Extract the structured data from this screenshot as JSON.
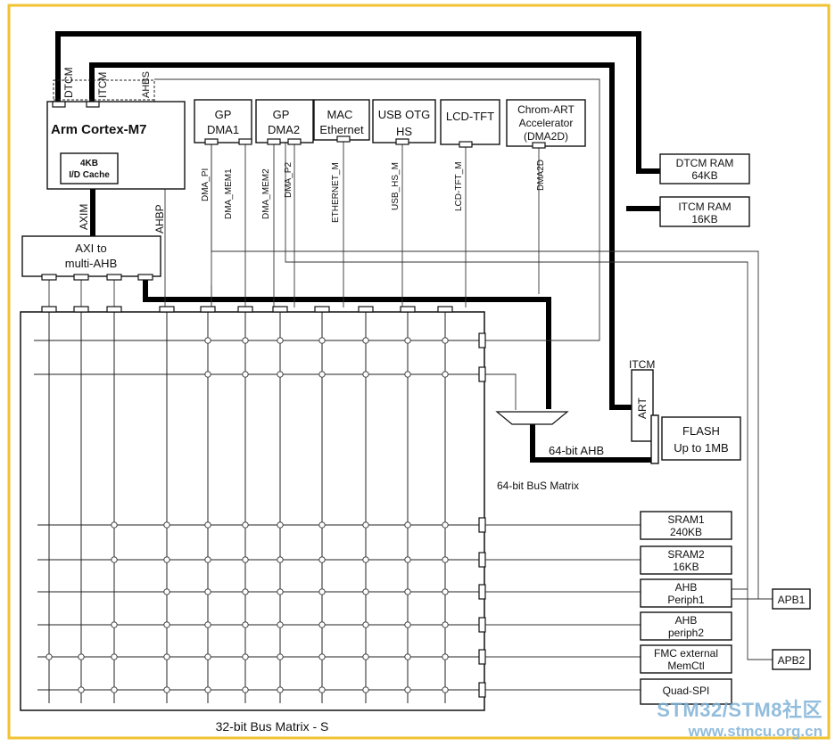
{
  "core": {
    "title": "Arm Cortex-M7",
    "cache": [
      "4KB",
      "I/D Cache"
    ]
  },
  "core_buses": {
    "dtcm": "DTCM",
    "itcm": "ITCM",
    "ahbs": "AHBS",
    "axim": "AXIM",
    "ahbp": "AHBP"
  },
  "axi_bridge": [
    "AXI to",
    "multi-AHB"
  ],
  "masters": [
    {
      "id": "gpdma1",
      "lines": [
        "GP",
        "DMA1"
      ]
    },
    {
      "id": "gpdma2",
      "lines": [
        "GP",
        "DMA2"
      ]
    },
    {
      "id": "mac",
      "lines": [
        "MAC",
        "Ethernet"
      ]
    },
    {
      "id": "usb",
      "lines": [
        "USB OTG",
        "HS"
      ]
    },
    {
      "id": "lcd",
      "lines": [
        "LCD-TFT"
      ]
    },
    {
      "id": "dma2d",
      "lines": [
        "Chrom-ART",
        "Accelerator",
        "(DMA2D)"
      ]
    }
  ],
  "master_ports": [
    "DMA_PI",
    "DMA_MEM1",
    "DMA_MEM2",
    "DMA_P2",
    "ETHERNET_M",
    "USB_HS_M",
    "LCD-TFT_M",
    "DMA2D"
  ],
  "tcm_rams": [
    {
      "id": "dtcm",
      "lines": [
        "DTCM RAM",
        "64KB"
      ]
    },
    {
      "id": "itcm",
      "lines": [
        "ITCM RAM",
        "16KB"
      ]
    }
  ],
  "flash": {
    "lines": [
      "FLASH",
      "Up to 1MB"
    ],
    "art": "ART",
    "itcm": "ITCM"
  },
  "labels": {
    "ahb64": "64-bit AHB",
    "matrix64": "64-bit BuS Matrix",
    "matrix32": "32-bit Bus Matrix - S"
  },
  "slaves": [
    {
      "id": "sram1",
      "lines": [
        "SRAM1",
        "240KB"
      ]
    },
    {
      "id": "sram2",
      "lines": [
        "SRAM2",
        "16KB"
      ]
    },
    {
      "id": "ahb1",
      "lines": [
        "AHB",
        "Periph1"
      ]
    },
    {
      "id": "ahb2",
      "lines": [
        "AHB",
        "periph2"
      ]
    },
    {
      "id": "fmc",
      "lines": [
        "FMC external",
        "MemCtl"
      ]
    },
    {
      "id": "qspi",
      "lines": [
        "Quad-SPI"
      ]
    }
  ],
  "apb": [
    "APB1",
    "APB2"
  ],
  "watermark": {
    "line1": "STM32/STM8社区",
    "line2": "www.stmcu.org.cn"
  },
  "colors": {
    "frame": "#f1c232",
    "lines": "#000000",
    "watermark": "#7fb2d6"
  }
}
